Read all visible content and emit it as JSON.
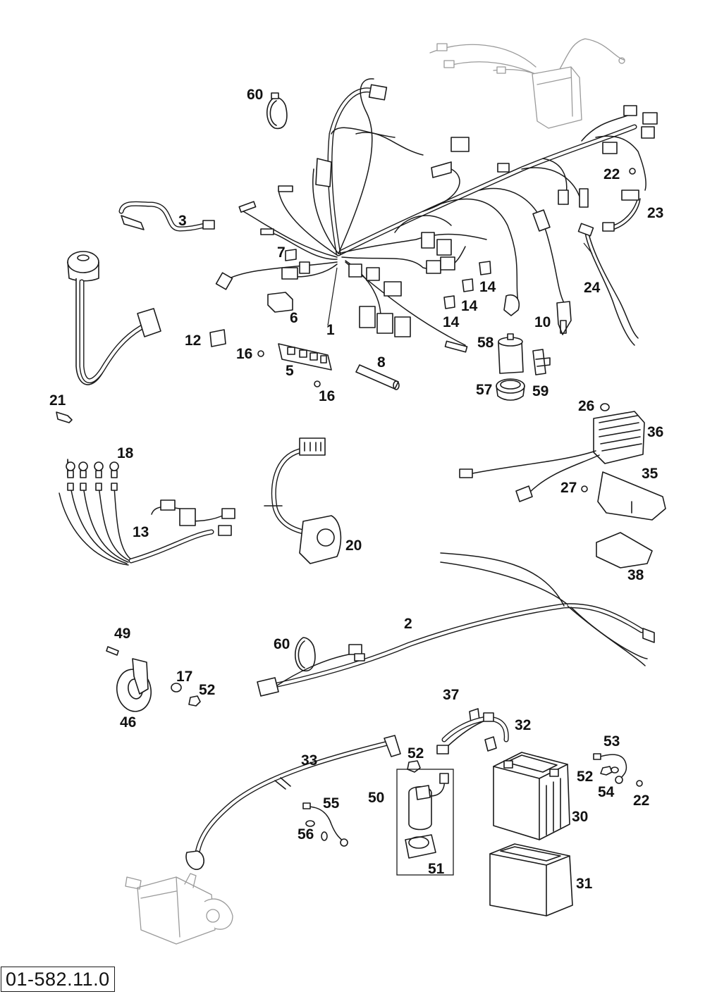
{
  "drawing_number": "01-582.11.0",
  "callouts": [
    {
      "id": "c60a",
      "label": "60"
    },
    {
      "id": "c3",
      "label": "3"
    },
    {
      "id": "c7",
      "label": "7"
    },
    {
      "id": "c6",
      "label": "6"
    },
    {
      "id": "c1",
      "label": "1"
    },
    {
      "id": "c12",
      "label": "12"
    },
    {
      "id": "c16a",
      "label": "16"
    },
    {
      "id": "c5",
      "label": "5"
    },
    {
      "id": "c16b",
      "label": "16"
    },
    {
      "id": "c8",
      "label": "8"
    },
    {
      "id": "c14a",
      "label": "14"
    },
    {
      "id": "c14b",
      "label": "14"
    },
    {
      "id": "c14c",
      "label": "14"
    },
    {
      "id": "c10",
      "label": "10"
    },
    {
      "id": "c58",
      "label": "58"
    },
    {
      "id": "c57",
      "label": "57"
    },
    {
      "id": "c59",
      "label": "59"
    },
    {
      "id": "c22a",
      "label": "22"
    },
    {
      "id": "c23",
      "label": "23"
    },
    {
      "id": "c24",
      "label": "24"
    },
    {
      "id": "c21",
      "label": "21"
    },
    {
      "id": "c26",
      "label": "26"
    },
    {
      "id": "c36",
      "label": "36"
    },
    {
      "id": "c35",
      "label": "35"
    },
    {
      "id": "c27",
      "label": "27"
    },
    {
      "id": "c38",
      "label": "38"
    },
    {
      "id": "c18",
      "label": "18"
    },
    {
      "id": "c13",
      "label": "13"
    },
    {
      "id": "c20",
      "label": "20"
    },
    {
      "id": "c2",
      "label": "2"
    },
    {
      "id": "c49",
      "label": "49"
    },
    {
      "id": "c60b",
      "label": "60"
    },
    {
      "id": "c17",
      "label": "17"
    },
    {
      "id": "c52a",
      "label": "52"
    },
    {
      "id": "c46",
      "label": "46"
    },
    {
      "id": "c37",
      "label": "37"
    },
    {
      "id": "c32",
      "label": "32"
    },
    {
      "id": "c33",
      "label": "33"
    },
    {
      "id": "c52b",
      "label": "52"
    },
    {
      "id": "c53",
      "label": "53"
    },
    {
      "id": "c50",
      "label": "50"
    },
    {
      "id": "c52c",
      "label": "52"
    },
    {
      "id": "c54",
      "label": "54"
    },
    {
      "id": "c22b",
      "label": "22"
    },
    {
      "id": "c55",
      "label": "55"
    },
    {
      "id": "c30",
      "label": "30"
    },
    {
      "id": "c56",
      "label": "56"
    },
    {
      "id": "c51",
      "label": "51"
    },
    {
      "id": "c31",
      "label": "31"
    }
  ]
}
